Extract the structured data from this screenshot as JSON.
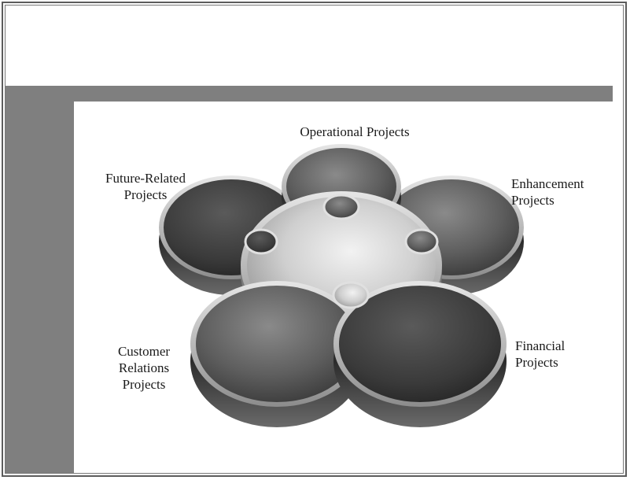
{
  "diagram": {
    "labels": {
      "operational": "Operational Projects",
      "future_line1": "Future-Related",
      "future_line2": "Projects",
      "enhancement_line1": "Enhancement",
      "enhancement_line2": "Projects",
      "customer_line1": "Customer",
      "customer_line2": "Relations",
      "customer_line3": "Projects",
      "financial_line1": "Financial",
      "financial_line2": "Projects"
    },
    "colors": {
      "frame_band": "#7f7f7f",
      "petal_dark": "#3d3d3d",
      "petal_mid": "#6e6e6e",
      "center_light": "#d8d8d8"
    }
  }
}
